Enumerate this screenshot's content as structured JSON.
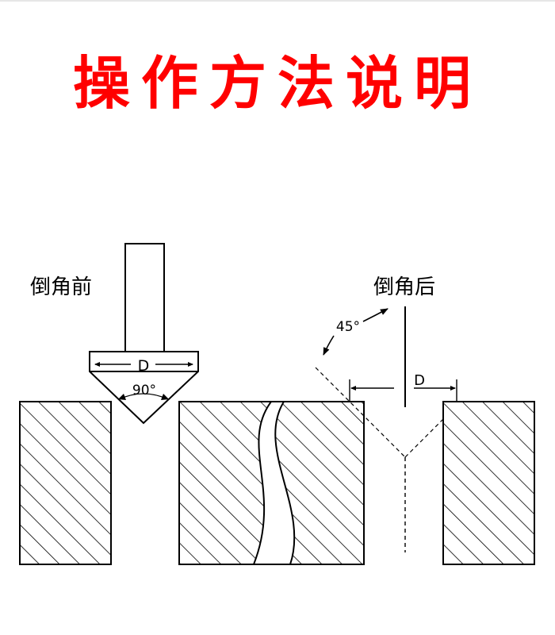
{
  "title": "操作方法说明",
  "colors": {
    "title": "#ff0000",
    "line": "#000000"
  },
  "before": {
    "label": "倒角前",
    "diameter_label": "D",
    "angle_label": "90°"
  },
  "after": {
    "label": "倒角后",
    "angle_label": "45°",
    "diameter_label": "D"
  }
}
